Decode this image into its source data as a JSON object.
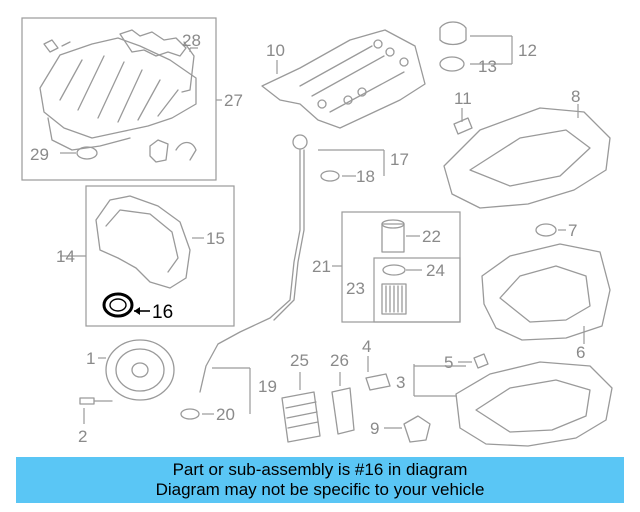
{
  "banner": {
    "line1": "Part or sub-assembly is #16 in diagram",
    "line2": "Diagram may not be specific to your vehicle"
  },
  "callouts": {
    "c1": "1",
    "c2": "2",
    "c3": "3",
    "c4": "4",
    "c5": "5",
    "c6": "6",
    "c7": "7",
    "c8": "8",
    "c9": "9",
    "c10": "10",
    "c11": "11",
    "c12": "12",
    "c13": "13",
    "c14": "14",
    "c15": "15",
    "c16": "16",
    "c17": "17",
    "c18": "18",
    "c19": "19",
    "c20": "20",
    "c21": "21",
    "c22": "22",
    "c23": "23",
    "c24": "24",
    "c25": "25",
    "c26": "26",
    "c27": "27",
    "c28": "28",
    "c29": "29"
  },
  "colors": {
    "banner_bg": "#5ac6f5",
    "line_art": "#9a9a9a",
    "highlight": "#000000"
  }
}
